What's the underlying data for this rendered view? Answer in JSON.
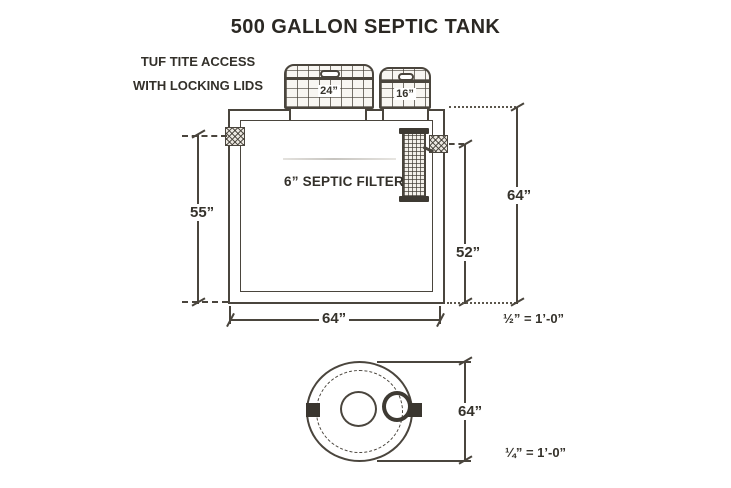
{
  "title": "500 GALLON SEPTIC TANK",
  "side_view": {
    "access_note": [
      "TUF TITE ACCESS",
      "WITH LOCKING LIDS"
    ],
    "lids": {
      "large_label": "24”",
      "small_label": "16”"
    },
    "filter_label": "6” SEPTIC FILTER",
    "dimensions": {
      "inlet_depth": "55”",
      "outlet_depth": "52”",
      "overall_height": "64”",
      "overall_width": "64”"
    },
    "scale": "½” = 1’-0”"
  },
  "plan_view": {
    "dimensions": {
      "overall_diameter": "64”"
    },
    "scale": "¼” = 1’-0”"
  },
  "colors": {
    "line": "#4a453d",
    "text": "#35322b",
    "background": "#ffffff"
  }
}
